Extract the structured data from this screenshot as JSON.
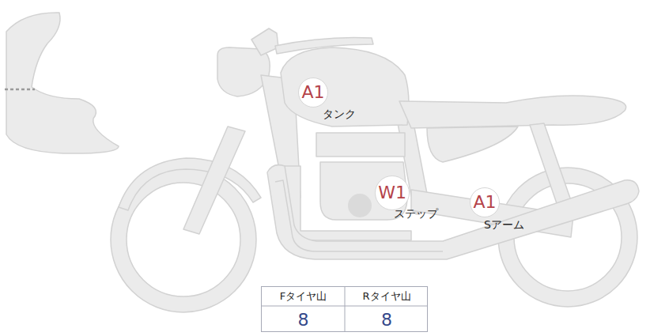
{
  "diagram": {
    "nodes": [
      {
        "text": [
          "A1"
        ]
      },
      {
        "text": [
          "W1"
        ]
      },
      {
        "text": [
          "A1"
        ]
      }
    ],
    "labels": [
      "タンク",
      "ステップ",
      "Sアーム",
      "Fタイヤ山",
      "Rタイヤ山",
      "8",
      "8"
    ]
  }
}
